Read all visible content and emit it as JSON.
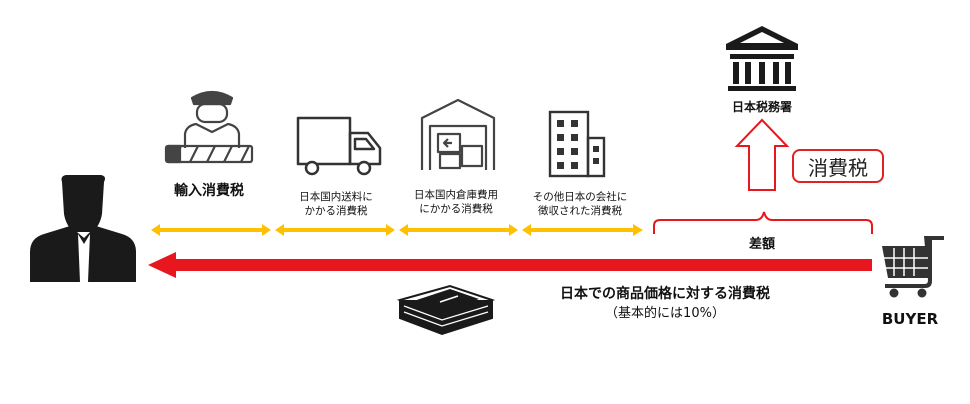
{
  "labels": {
    "import_tax": "輸入消費税",
    "domestic_shipping": [
      "日本国内送料に",
      "かかる消費税"
    ],
    "warehouse": [
      "日本国内倉庫費用",
      "にかかる消費税"
    ],
    "other_company": [
      "その他日本の会社に",
      "徴収された消費税"
    ],
    "tax_office": "日本税務署",
    "consumption_tax": "消費税",
    "difference": "差額",
    "price_tax": "日本での商品価格に対する消費税",
    "price_tax_note": "（基本的には10%）",
    "buyer": "BUYER"
  },
  "icons": {
    "person": "person-silhouette-icon",
    "customs": "customs-officer-gate-icon",
    "truck": "delivery-truck-icon",
    "warehouse": "warehouse-icon",
    "building": "office-building-icon",
    "bank": "tax-office-bank-icon",
    "cart": "shopping-cart-icon",
    "money": "money-stack-icon"
  },
  "colors": {
    "red": "#e8161e",
    "yellow": "#ffc000",
    "dark": "#1a1a1a"
  }
}
